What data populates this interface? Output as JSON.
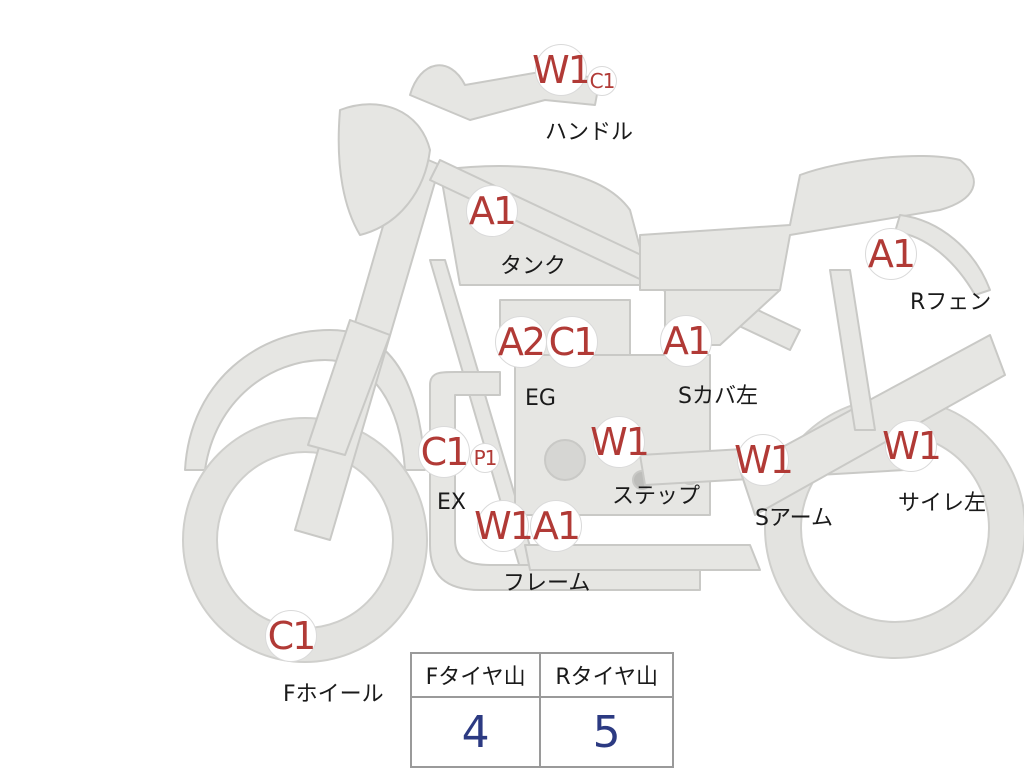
{
  "badges": {
    "handle_w1": "W1",
    "handle_c1": "C1",
    "tank_a1": "A1",
    "rfender_a1": "A1",
    "eg_a2": "A2",
    "eg_c1": "C1",
    "scover_a1": "A1",
    "ex_c1": "C1",
    "ex_p1": "P1",
    "step_w1": "W1",
    "sarm_w1": "W1",
    "silencer_w1": "W1",
    "frame_w1": "W1",
    "frame_a1": "A1",
    "fwheel_c1": "C1"
  },
  "labels": {
    "handle": "ハンドル",
    "tank": "タンク",
    "rfender": "Rフェン",
    "eg": "EG",
    "scover": "Sカバ左",
    "ex": "EX",
    "step": "ステップ",
    "sarm": "Sアーム",
    "silencer": "サイレ左",
    "frame": "フレーム",
    "fwheel": "Fホイール"
  },
  "tire_table": {
    "front_header": "Fタイヤ山",
    "rear_header": "Rタイヤ山",
    "front_value": "4",
    "rear_value": "5"
  },
  "colors": {
    "body_fill": "#e6e6e3",
    "outline": "#c8c8c5",
    "badge_text": "#b13a36",
    "value_text": "#2c3a82"
  }
}
